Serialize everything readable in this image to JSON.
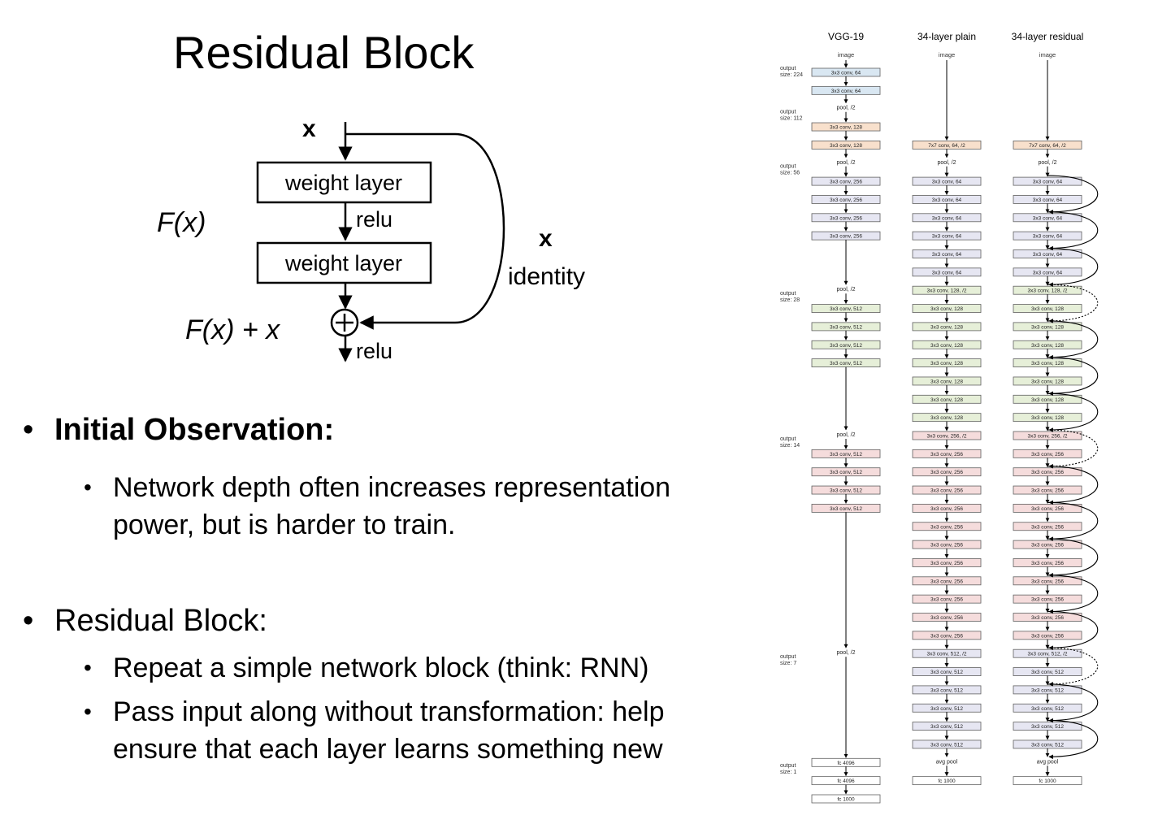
{
  "slide": {
    "title": "Residual Block"
  },
  "resblock": {
    "input": "x",
    "layer1": "weight layer",
    "layer2": "weight layer",
    "relu_mid": "relu",
    "relu_out": "relu",
    "f_label": "F(x)",
    "sum_label": "F(x) + x",
    "skip_x": "x",
    "skip_label": "identity"
  },
  "bullets": [
    {
      "text": "Initial Observation:",
      "children": [
        "Network depth often increases representation power, but is harder to train."
      ]
    },
    {
      "text": "Residual Block:",
      "children": [
        "Repeat a simple network block (think: RNN)",
        "Pass input along without transformation: help ensure that each layer learns something new"
      ]
    }
  ],
  "arch": {
    "columns": [
      "VGG-19",
      "34-layer plain",
      "34-layer residual"
    ],
    "image_label": "image",
    "output_sizes": [
      "output size: 224",
      "output size: 112",
      "output size: 56",
      "output size: 28",
      "output size: 14",
      "output size: 7",
      "output size: 1"
    ],
    "colors": {
      "c64": "#d9e7f2",
      "c128": "#f8e0cc",
      "c256": "#e6e6f2",
      "c512": "#e6efd8",
      "c1024": "#f5dcdc",
      "fc": "#ffffff",
      "border": "#606060"
    },
    "vgg": [
      {
        "label": "3x3 conv, 64",
        "c": "c64"
      },
      {
        "label": "3x3 conv, 64",
        "c": "c64"
      },
      {
        "label": "pool, /2",
        "c": "pool"
      },
      {
        "label": "3x3 conv, 128",
        "c": "c128"
      },
      {
        "label": "3x3 conv, 128",
        "c": "c128"
      },
      {
        "label": "pool, /2",
        "c": "pool"
      },
      {
        "label": "3x3 conv, 256",
        "c": "c256"
      },
      {
        "label": "3x3 conv, 256",
        "c": "c256"
      },
      {
        "label": "3x3 conv, 256",
        "c": "c256"
      },
      {
        "label": "3x3 conv, 256",
        "c": "c256"
      },
      {
        "label": "pool, /2",
        "c": "pool"
      },
      {
        "label": "3x3 conv, 512",
        "c": "c512"
      },
      {
        "label": "3x3 conv, 512",
        "c": "c512"
      },
      {
        "label": "3x3 conv, 512",
        "c": "c512"
      },
      {
        "label": "3x3 conv, 512",
        "c": "c512"
      },
      {
        "label": "pool, /2",
        "c": "pool"
      },
      {
        "label": "3x3 conv, 512",
        "c": "c1024"
      },
      {
        "label": "3x3 conv, 512",
        "c": "c1024"
      },
      {
        "label": "3x3 conv, 512",
        "c": "c1024"
      },
      {
        "label": "3x3 conv, 512",
        "c": "c1024"
      },
      {
        "label": "pool, /2",
        "c": "pool"
      },
      {
        "label": "fc 4096",
        "c": "fc"
      },
      {
        "label": "fc 4096",
        "c": "fc"
      },
      {
        "label": "fc 1000",
        "c": "fc"
      }
    ],
    "plain": [
      {
        "label": "7x7 conv, 64, /2",
        "c": "c128"
      },
      {
        "label": "pool, /2",
        "c": "pool"
      },
      {
        "label": "3x3 conv, 64",
        "c": "c256"
      },
      {
        "label": "3x3 conv, 64",
        "c": "c256"
      },
      {
        "label": "3x3 conv, 64",
        "c": "c256"
      },
      {
        "label": "3x3 conv, 64",
        "c": "c256"
      },
      {
        "label": "3x3 conv, 64",
        "c": "c256"
      },
      {
        "label": "3x3 conv, 64",
        "c": "c256"
      },
      {
        "label": "3x3 conv, 128, /2",
        "c": "c512"
      },
      {
        "label": "3x3 conv, 128",
        "c": "c512"
      },
      {
        "label": "3x3 conv, 128",
        "c": "c512"
      },
      {
        "label": "3x3 conv, 128",
        "c": "c512"
      },
      {
        "label": "3x3 conv, 128",
        "c": "c512"
      },
      {
        "label": "3x3 conv, 128",
        "c": "c512"
      },
      {
        "label": "3x3 conv, 128",
        "c": "c512"
      },
      {
        "label": "3x3 conv, 128",
        "c": "c512"
      },
      {
        "label": "3x3 conv, 256, /2",
        "c": "c1024"
      },
      {
        "label": "3x3 conv, 256",
        "c": "c1024"
      },
      {
        "label": "3x3 conv, 256",
        "c": "c1024"
      },
      {
        "label": "3x3 conv, 256",
        "c": "c1024"
      },
      {
        "label": "3x3 conv, 256",
        "c": "c1024"
      },
      {
        "label": "3x3 conv, 256",
        "c": "c1024"
      },
      {
        "label": "3x3 conv, 256",
        "c": "c1024"
      },
      {
        "label": "3x3 conv, 256",
        "c": "c1024"
      },
      {
        "label": "3x3 conv, 256",
        "c": "c1024"
      },
      {
        "label": "3x3 conv, 256",
        "c": "c1024"
      },
      {
        "label": "3x3 conv, 256",
        "c": "c1024"
      },
      {
        "label": "3x3 conv, 256",
        "c": "c1024"
      },
      {
        "label": "3x3 conv, 512, /2",
        "c": "c256"
      },
      {
        "label": "3x3 conv, 512",
        "c": "c256"
      },
      {
        "label": "3x3 conv, 512",
        "c": "c256"
      },
      {
        "label": "3x3 conv, 512",
        "c": "c256"
      },
      {
        "label": "3x3 conv, 512",
        "c": "c256"
      },
      {
        "label": "3x3 conv, 512",
        "c": "c256"
      },
      {
        "label": "avg pool",
        "c": "pool"
      },
      {
        "label": "fc 1000",
        "c": "fc"
      }
    ],
    "residual": [
      {
        "label": "7x7 conv, 64, /2",
        "c": "c128"
      },
      {
        "label": "pool, /2",
        "c": "pool"
      },
      {
        "label": "3x3 conv, 64",
        "c": "c256"
      },
      {
        "label": "3x3 conv, 64",
        "c": "c256"
      },
      {
        "label": "3x3 conv, 64",
        "c": "c256"
      },
      {
        "label": "3x3 conv, 64",
        "c": "c256"
      },
      {
        "label": "3x3 conv, 64",
        "c": "c256"
      },
      {
        "label": "3x3 conv, 64",
        "c": "c256"
      },
      {
        "label": "3x3 conv, 128, /2",
        "c": "c512"
      },
      {
        "label": "3x3 conv, 128",
        "c": "c512"
      },
      {
        "label": "3x3 conv, 128",
        "c": "c512"
      },
      {
        "label": "3x3 conv, 128",
        "c": "c512"
      },
      {
        "label": "3x3 conv, 128",
        "c": "c512"
      },
      {
        "label": "3x3 conv, 128",
        "c": "c512"
      },
      {
        "label": "3x3 conv, 128",
        "c": "c512"
      },
      {
        "label": "3x3 conv, 128",
        "c": "c512"
      },
      {
        "label": "3x3 conv, 256, /2",
        "c": "c1024"
      },
      {
        "label": "3x3 conv, 256",
        "c": "c1024"
      },
      {
        "label": "3x3 conv, 256",
        "c": "c1024"
      },
      {
        "label": "3x3 conv, 256",
        "c": "c1024"
      },
      {
        "label": "3x3 conv, 256",
        "c": "c1024"
      },
      {
        "label": "3x3 conv, 256",
        "c": "c1024"
      },
      {
        "label": "3x3 conv, 256",
        "c": "c1024"
      },
      {
        "label": "3x3 conv, 256",
        "c": "c1024"
      },
      {
        "label": "3x3 conv, 256",
        "c": "c1024"
      },
      {
        "label": "3x3 conv, 256",
        "c": "c1024"
      },
      {
        "label": "3x3 conv, 256",
        "c": "c1024"
      },
      {
        "label": "3x3 conv, 256",
        "c": "c1024"
      },
      {
        "label": "3x3 conv, 512, /2",
        "c": "c256"
      },
      {
        "label": "3x3 conv, 512",
        "c": "c256"
      },
      {
        "label": "3x3 conv, 512",
        "c": "c256"
      },
      {
        "label": "3x3 conv, 512",
        "c": "c256"
      },
      {
        "label": "3x3 conv, 512",
        "c": "c256"
      },
      {
        "label": "3x3 conv, 512",
        "c": "c256"
      },
      {
        "label": "avg pool",
        "c": "pool"
      },
      {
        "label": "fc 1000",
        "c": "fc"
      }
    ]
  }
}
